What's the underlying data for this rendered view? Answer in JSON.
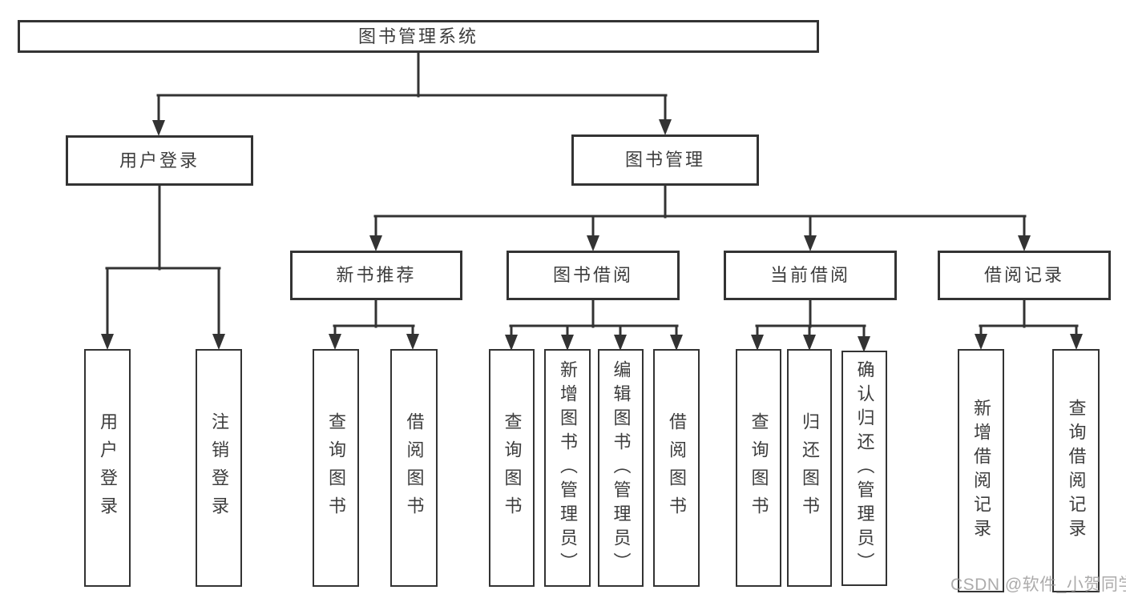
{
  "tree": {
    "root": "图书管理系统",
    "children": [
      {
        "label": "用户登录",
        "children": [
          {
            "label": "用户登录"
          },
          {
            "label": "注销登录"
          }
        ]
      },
      {
        "label": "图书管理",
        "children": [
          {
            "label": "新书推荐",
            "children": [
              {
                "label": "查询图书"
              },
              {
                "label": "借阅图书"
              }
            ]
          },
          {
            "label": "图书借阅",
            "children": [
              {
                "label": "查询图书"
              },
              {
                "label": "新增图书（管理员）"
              },
              {
                "label": "编辑图书（管理员）"
              },
              {
                "label": "借阅图书"
              }
            ]
          },
          {
            "label": "当前借阅",
            "children": [
              {
                "label": "查询图书"
              },
              {
                "label": "归还图书"
              },
              {
                "label": "确认归还（管理员）"
              }
            ]
          },
          {
            "label": "借阅记录",
            "children": [
              {
                "label": "新增借阅记录"
              },
              {
                "label": "查询借阅记录"
              }
            ]
          }
        ]
      }
    ]
  },
  "watermark": "CSDN @软件_小贺同学",
  "colors": {
    "line": "#333333",
    "text": "#3d3d3d",
    "box_background": "#ffffff",
    "watermark": "#9e9c9c",
    "background": "#ffffff"
  }
}
